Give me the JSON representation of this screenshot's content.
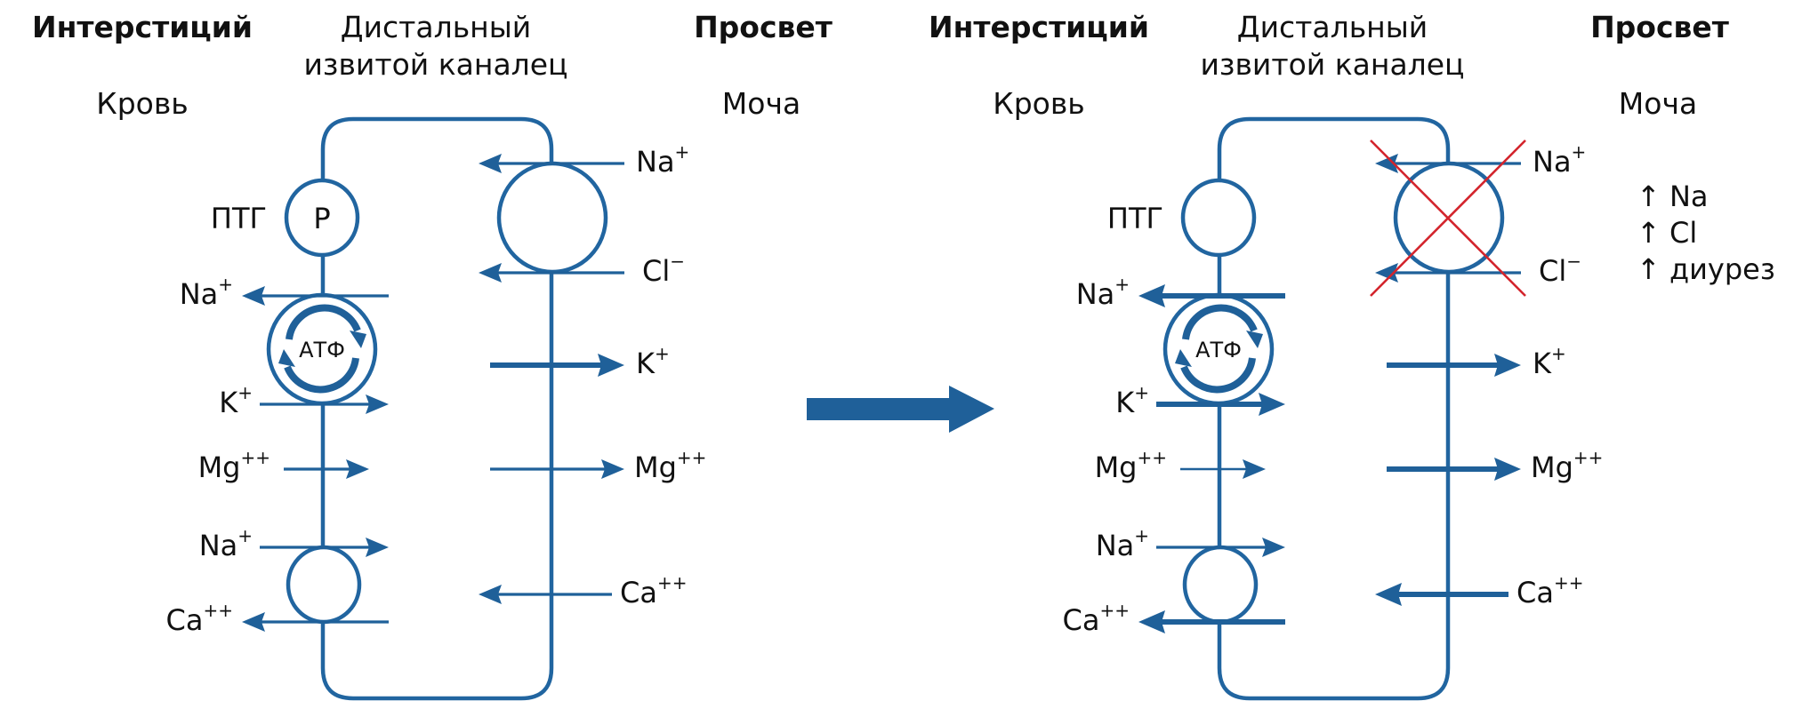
{
  "colors": {
    "membrane": "#2165a0",
    "arrow": "#1f6099",
    "blocked_cross": "#d3242c",
    "text": "#111111"
  },
  "panels": [
    {
      "id": "normal",
      "headers": {
        "interstitium": "Интерстиций",
        "tubule_line1": "Дистальный",
        "tubule_line2": "извитой каналец",
        "lumen": "Просвет",
        "blood": "Кровь",
        "urine": "Моча"
      },
      "basolateral": {
        "receptor_label": "ПТГ",
        "receptor_symbol": "P",
        "pump_label": "АТФ",
        "ions": [
          {
            "name": "Na",
            "charge": "+",
            "direction": "out",
            "strength": "normal"
          },
          {
            "name": "K",
            "charge": "+",
            "direction": "in",
            "strength": "normal"
          },
          {
            "name": "Mg",
            "charge": "++",
            "direction": "in",
            "strength": "normal"
          },
          {
            "name": "Na",
            "charge": "+",
            "direction": "in",
            "strength": "normal"
          },
          {
            "name": "Ca",
            "charge": "++",
            "direction": "out",
            "strength": "normal"
          }
        ]
      },
      "apical": {
        "cotransporter_blocked": false,
        "ions": [
          {
            "name": "Na",
            "charge": "+",
            "direction": "in",
            "strength": "normal"
          },
          {
            "name": "Cl",
            "charge": "−",
            "direction": "in",
            "strength": "normal"
          },
          {
            "name": "K",
            "charge": "+",
            "direction": "out",
            "strength": "strong"
          },
          {
            "name": "Mg",
            "charge": "++",
            "direction": "out",
            "strength": "normal"
          },
          {
            "name": "Ca",
            "charge": "++",
            "direction": "in",
            "strength": "normal"
          }
        ]
      },
      "notes": []
    },
    {
      "id": "thiazide",
      "headers": {
        "interstitium": "Интерстиций",
        "tubule_line1": "Дистальный",
        "tubule_line2": "извитой каналец",
        "lumen": "Просвет",
        "blood": "Кровь",
        "urine": "Моча"
      },
      "basolateral": {
        "receptor_label": "ПТГ",
        "receptor_symbol": "",
        "pump_label": "АТФ",
        "ions": [
          {
            "name": "Na",
            "charge": "+",
            "direction": "out",
            "strength": "strong"
          },
          {
            "name": "K",
            "charge": "+",
            "direction": "in",
            "strength": "strong"
          },
          {
            "name": "Mg",
            "charge": "++",
            "direction": "in",
            "strength": "weak"
          },
          {
            "name": "Na",
            "charge": "+",
            "direction": "in",
            "strength": "normal"
          },
          {
            "name": "Ca",
            "charge": "++",
            "direction": "out",
            "strength": "strong"
          }
        ]
      },
      "apical": {
        "cotransporter_blocked": true,
        "ions": [
          {
            "name": "Na",
            "charge": "+",
            "direction": "in",
            "strength": "normal"
          },
          {
            "name": "Cl",
            "charge": "−",
            "direction": "in",
            "strength": "normal"
          },
          {
            "name": "K",
            "charge": "+",
            "direction": "out",
            "strength": "strong"
          },
          {
            "name": "Mg",
            "charge": "++",
            "direction": "out",
            "strength": "strong"
          },
          {
            "name": "Ca",
            "charge": "++",
            "direction": "in",
            "strength": "strong"
          }
        ]
      },
      "notes": [
        "↑ Na",
        "↑ Cl",
        "↑ диурез"
      ]
    }
  ],
  "transition": {
    "icon": "right-arrow-icon"
  }
}
